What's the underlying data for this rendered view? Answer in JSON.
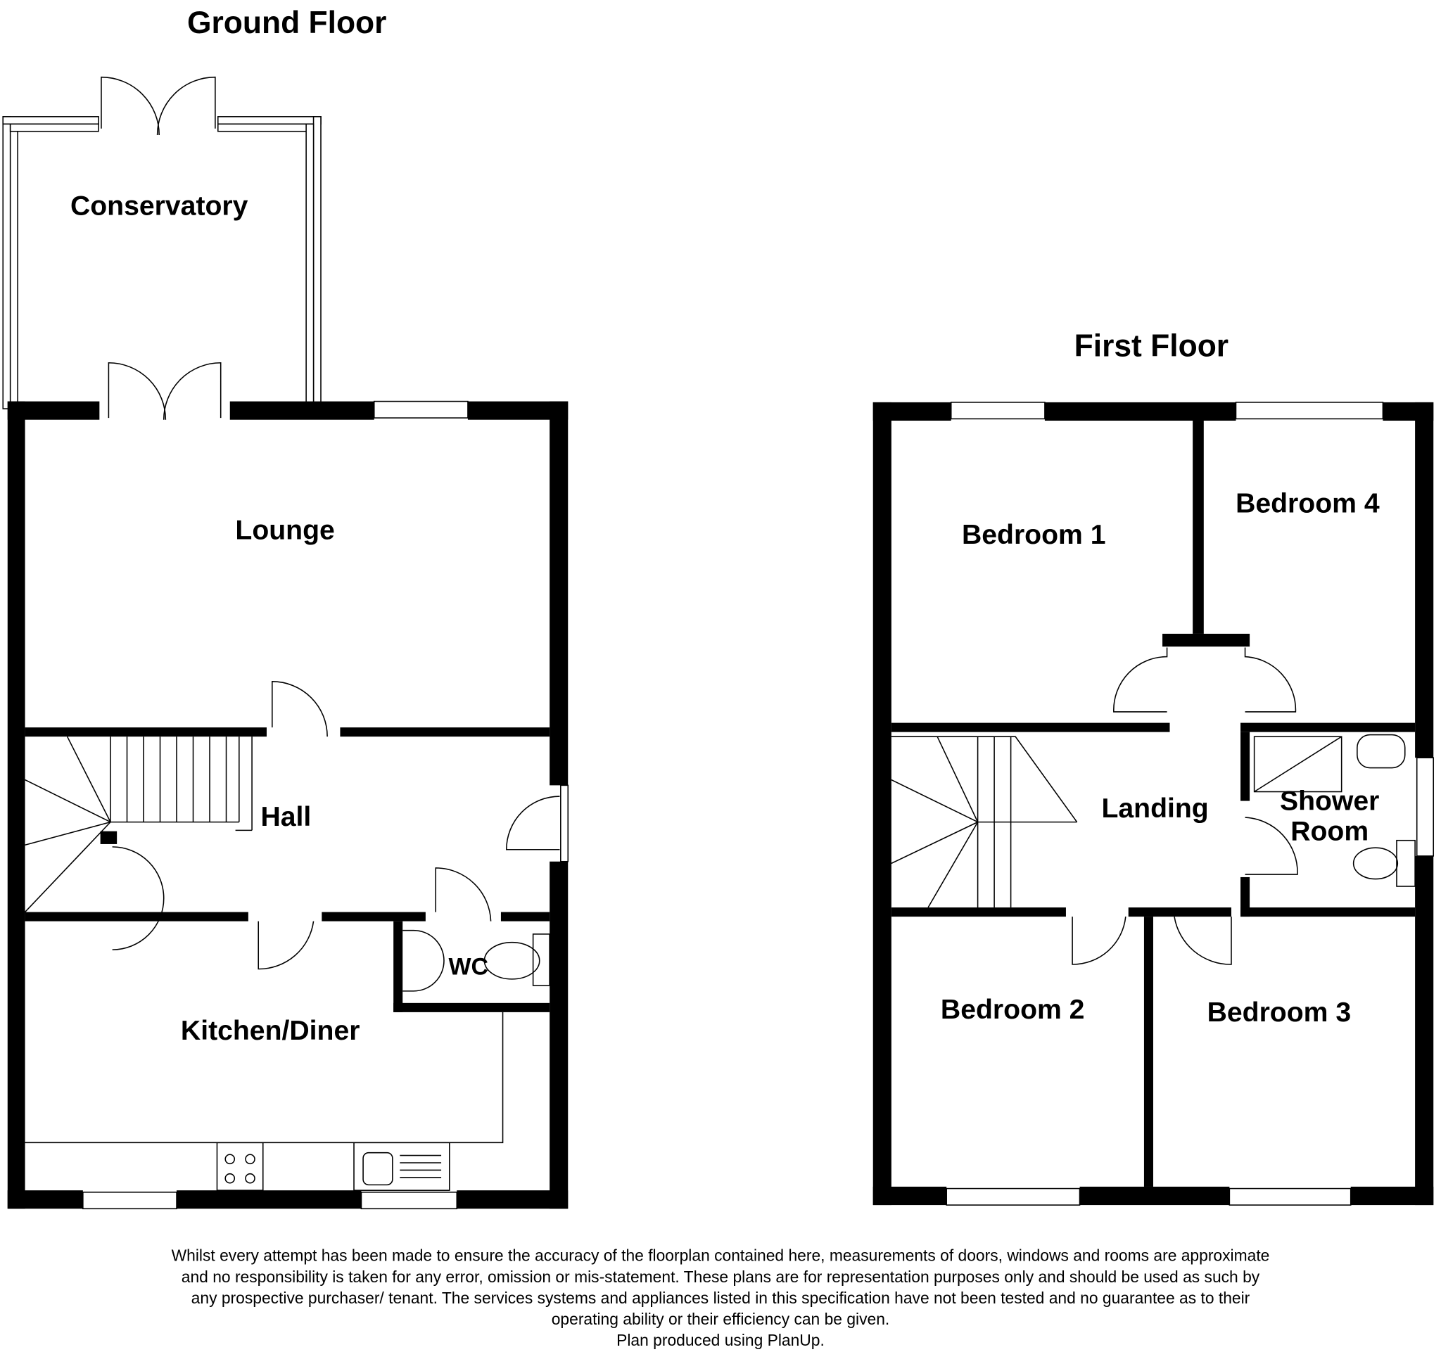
{
  "ground_floor": {
    "title": "Ground Floor",
    "rooms": {
      "conservatory": "Conservatory",
      "lounge": "Lounge",
      "hall": "Hall",
      "wc": "WC",
      "kitchen": "Kitchen/Diner"
    }
  },
  "first_floor": {
    "title": "First Floor",
    "rooms": {
      "bedroom1": "Bedroom 1",
      "bedroom4": "Bedroom 4",
      "landing": "Landing",
      "shower_line1": "Shower",
      "shower_line2": "Room",
      "bedroom2": "Bedroom 2",
      "bedroom3": "Bedroom 3"
    }
  },
  "disclaimer": {
    "lines": [
      "Whilst every attempt has been made to ensure the accuracy of the floorplan contained here, measurements of doors, windows and rooms are approximate",
      "and no responsibility is taken for any error, omission or mis-statement. These plans are for representation purposes only and should be used as such by",
      "any prospective purchaser/ tenant. The services systems and appliances listed in this specification have not been tested and no guarantee as to their",
      "operating ability or their efficiency can be given.",
      "Plan produced using PlanUp."
    ]
  }
}
